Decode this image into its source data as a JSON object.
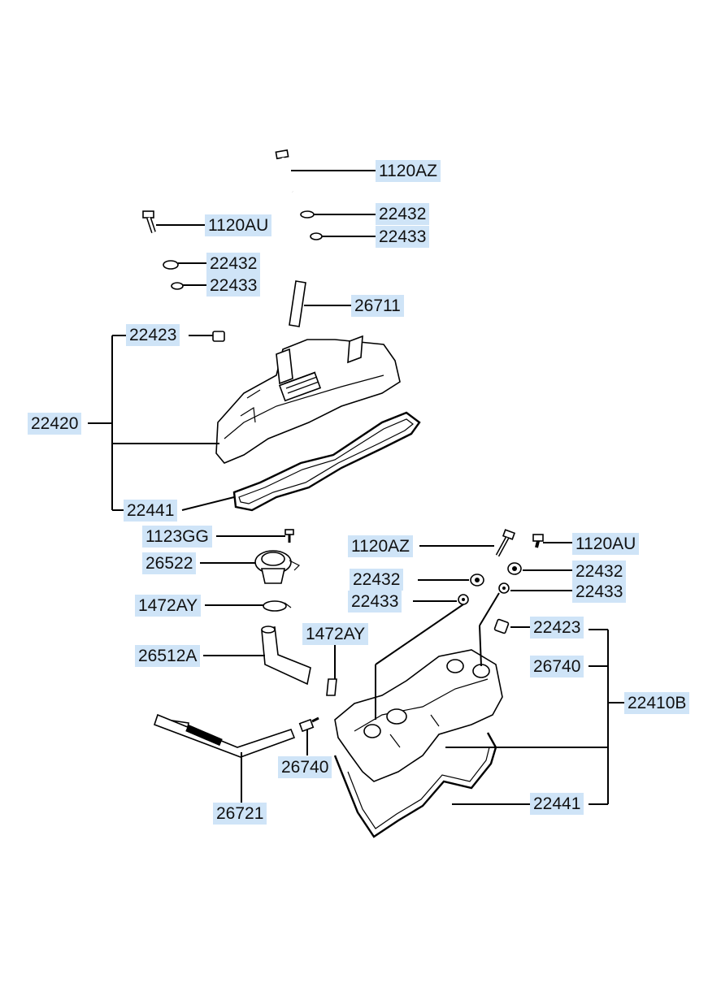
{
  "diagram": {
    "labels": {
      "bolt_top": "1120AZ",
      "bolt_left": "1120AU",
      "washer_top_right": "22432",
      "grommet_top_right": "22433",
      "washer_top_left": "22432",
      "grommet_top_left": "22433",
      "hose_top": "26711",
      "cap_top": "22423",
      "cover_upper": "22420",
      "gasket_upper": "22441",
      "screw": "1123GG",
      "valve": "26522",
      "clamp_left": "1472AY",
      "clamp_mid": "1472AY",
      "hose_elbow": "26512A",
      "fitting_lower": "26740",
      "hose_long": "26721",
      "bolt_lower_mid": "1120AZ",
      "bolt_lower_right": "1120AU",
      "washer_lower_left": "22432",
      "grommet_lower_left": "22433",
      "washer_lower_right": "22432",
      "grommet_lower_right": "22433",
      "cap_lower": "22423",
      "fitting_right": "26740",
      "cover_lower": "22410B",
      "gasket_lower": "22441"
    }
  }
}
